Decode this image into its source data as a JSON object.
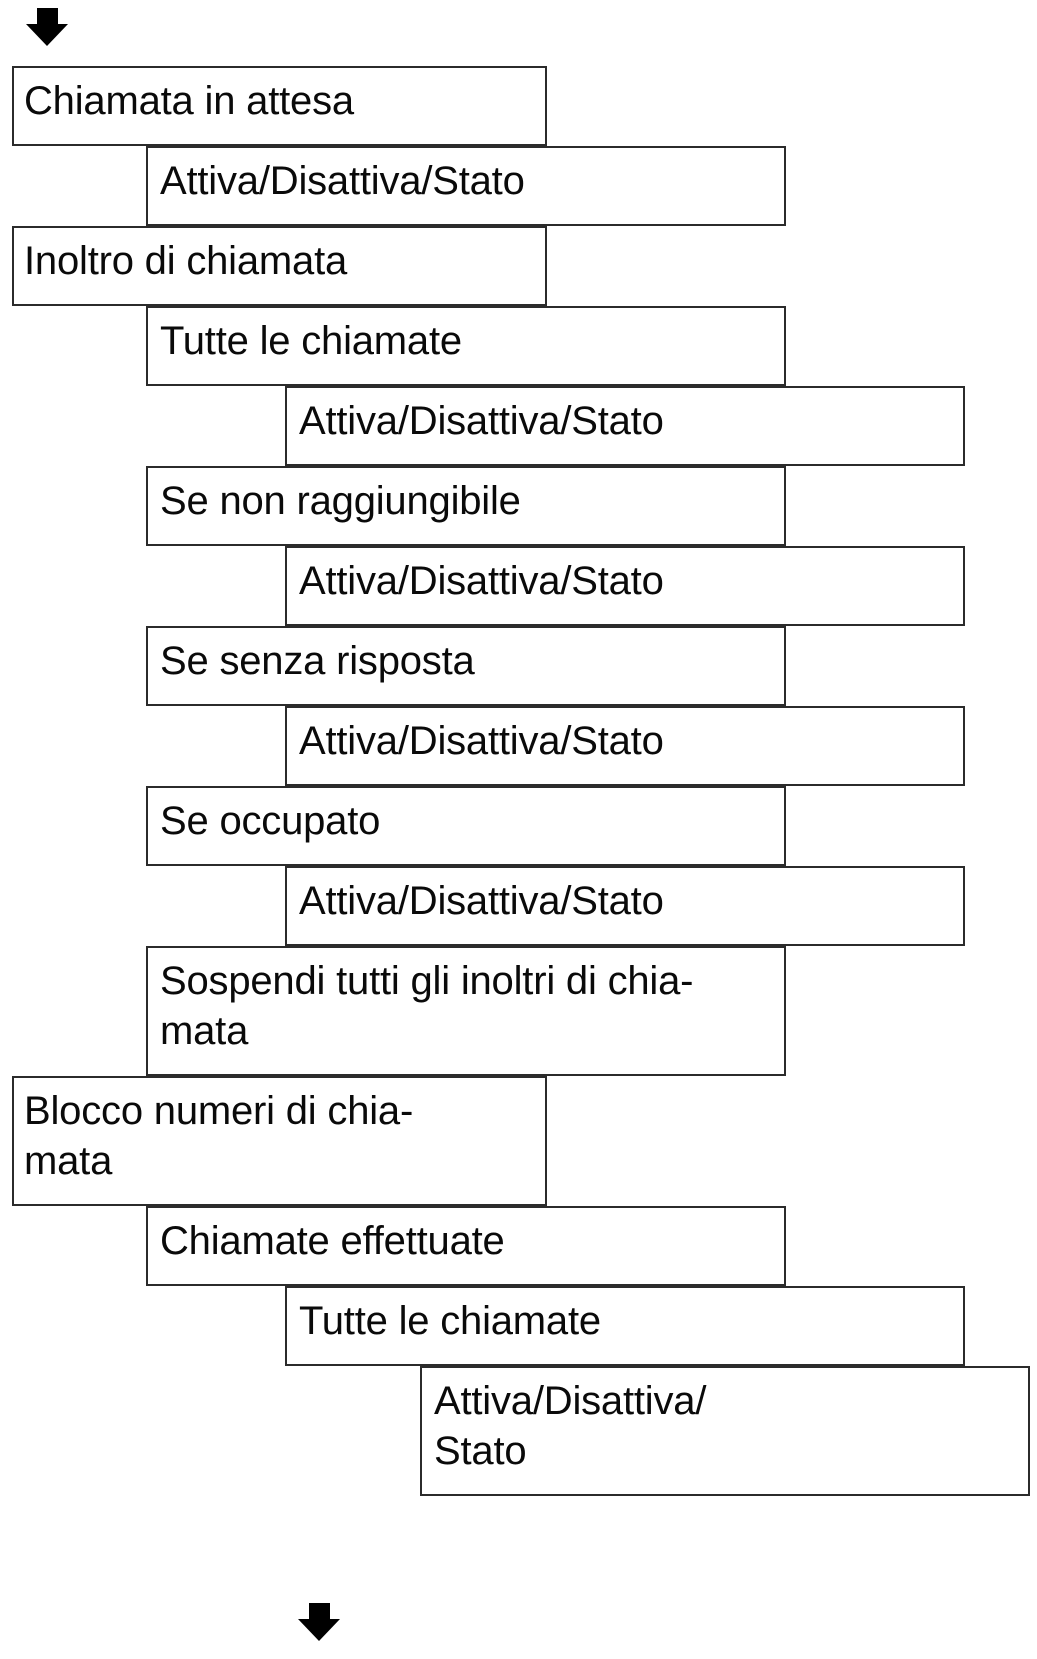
{
  "diagram": {
    "type": "menu-tree",
    "title": "Menu struttura chiamate",
    "language": "it",
    "colors": {
      "box_border": "#2b2b2b",
      "box_fill": "#ffffff",
      "text": "#0a0a0a",
      "arrow": "#000000"
    },
    "top_arrow": {
      "name": "flow-arrow-down-top",
      "direction": "down"
    },
    "bottom_arrow": {
      "name": "flow-arrow-down-bottom",
      "direction": "down"
    },
    "nodes": [
      {
        "id": "n1",
        "level": 1,
        "label": "Chiamata in attesa"
      },
      {
        "id": "n2",
        "level": 2,
        "label": "Attiva/Disattiva/Stato"
      },
      {
        "id": "n3",
        "level": 1,
        "label": "Inoltro di chiamata"
      },
      {
        "id": "n4",
        "level": 2,
        "label": "Tutte le chiamate"
      },
      {
        "id": "n5",
        "level": 3,
        "label": "Attiva/Disattiva/Stato"
      },
      {
        "id": "n6",
        "level": 2,
        "label": "Se non raggiungibile"
      },
      {
        "id": "n7",
        "level": 3,
        "label": "Attiva/Disattiva/Stato"
      },
      {
        "id": "n8",
        "level": 2,
        "label": "Se senza risposta"
      },
      {
        "id": "n9",
        "level": 3,
        "label": "Attiva/Disattiva/Stato"
      },
      {
        "id": "n10",
        "level": 2,
        "label": "Se occupato"
      },
      {
        "id": "n11",
        "level": 3,
        "label": "Attiva/Disattiva/Stato"
      },
      {
        "id": "n12",
        "level": 2,
        "label": "Sospendi tutti gli inoltri di chia-\nmata"
      },
      {
        "id": "n13",
        "level": 1,
        "label": "Blocco numeri di chia-\nmata"
      },
      {
        "id": "n14",
        "level": 2,
        "label": "Chiamate effettuate"
      },
      {
        "id": "n15",
        "level": 3,
        "label": "Tutte le chiamate"
      },
      {
        "id": "n16",
        "level": 4,
        "label": "Attiva/Disattiva/\nStato"
      }
    ]
  }
}
